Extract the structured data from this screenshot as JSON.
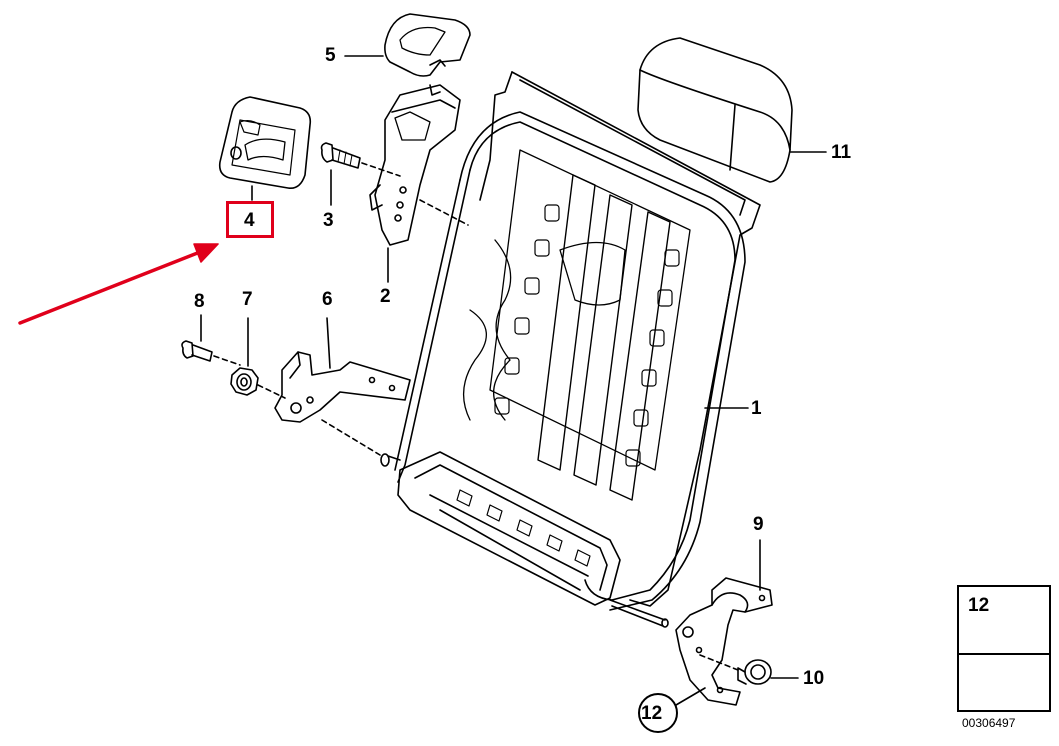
{
  "labels": {
    "l1": "1",
    "l2": "2",
    "l3": "3",
    "l4": "4",
    "l5": "5",
    "l6": "6",
    "l7": "7",
    "l8": "8",
    "l9": "9",
    "l10": "10",
    "l11": "11",
    "l12_circled": "12"
  },
  "inset": {
    "part_number": "12"
  },
  "catalog_number": "00306497",
  "colors": {
    "highlight": "#e0001b",
    "arrow": "#e0001b",
    "line": "#000000"
  }
}
